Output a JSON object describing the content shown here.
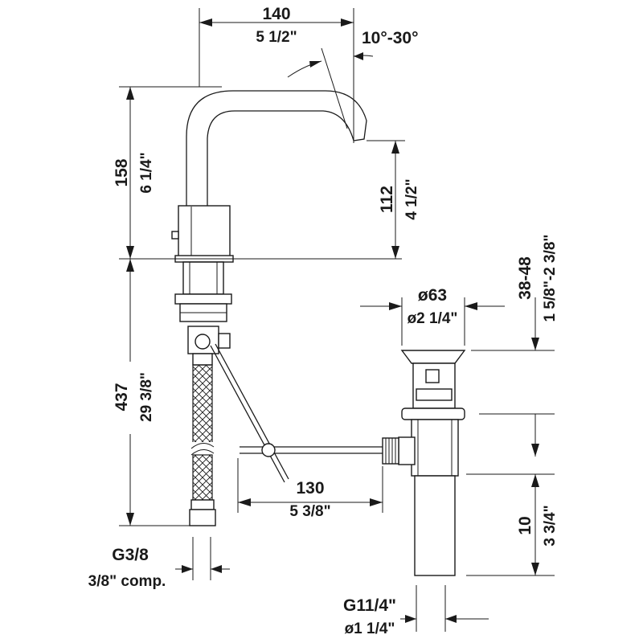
{
  "dimensions": {
    "spout_reach": {
      "mm": "140",
      "inch": "5 1/2\""
    },
    "spout_angle": {
      "text": "10°-30°"
    },
    "body_height": {
      "mm": "158",
      "inch": "6 1/4\""
    },
    "spout_height": {
      "mm": "112",
      "inch": "4 1/2\""
    },
    "hose_length": {
      "mm": "437",
      "inch": "29 3/8\""
    },
    "drain_top": {
      "mm": "ø63",
      "inch": "ø2 1/4\""
    },
    "deck_thickness": {
      "mm": "38-48",
      "inch": "1 5/8\"-2 3/8\""
    },
    "rod_length": {
      "mm": "130",
      "inch": "5 3/8\""
    },
    "tailpiece_length": {
      "mm": "10",
      "inch": "3 3/4\""
    },
    "hose_connection": {
      "thread": "G3/8",
      "comp": "3/8\" comp."
    },
    "drain_connection": {
      "thread": "G11/4\"",
      "inch": "ø1 1/4\""
    }
  },
  "colors": {
    "line": "#1a1a1a",
    "background": "#ffffff"
  }
}
